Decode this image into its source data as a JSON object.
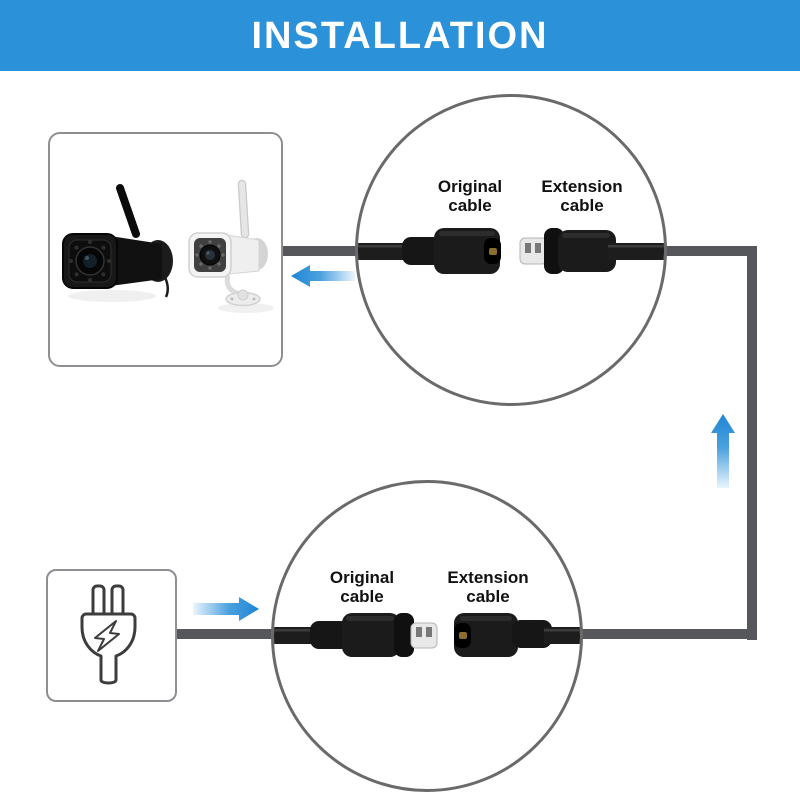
{
  "header": {
    "title": "INSTALLATION",
    "background_color": "#2b91d8",
    "text_color": "#ffffff"
  },
  "installation_flow": {
    "camera_panel": {
      "icon": "security-cameras-icon",
      "cameras": [
        "black bullet camera",
        "white bullet camera"
      ]
    },
    "power_panel": {
      "icon": "power-plug-icon"
    },
    "cable_color": "#55575a",
    "circle_border_color": "#6a6a6a",
    "panel_border_color": "#8d8f92",
    "arrow_color": "#1f86d4",
    "detail_circles": {
      "top": {
        "left_label": "Original cable",
        "right_label": "Extension cable"
      },
      "bottom": {
        "left_label": "Original cable",
        "right_label": "Extension cable"
      }
    }
  }
}
